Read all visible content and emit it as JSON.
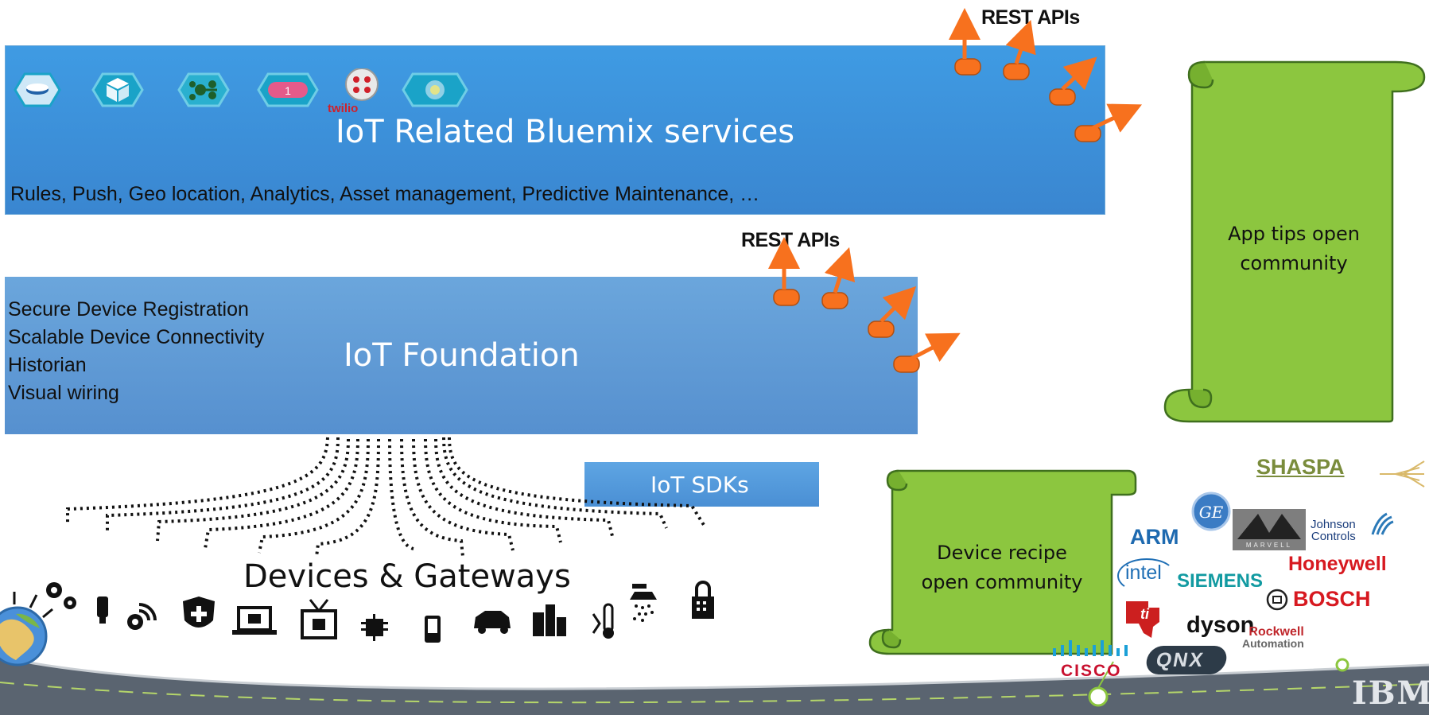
{
  "bluemix": {
    "title": "IoT Related Bluemix services",
    "subtitle": "Rules, Push, Geo location, Analytics, Asset  management, Predictive Maintenance, …",
    "twilio_label": "twilio",
    "service_icons": [
      "database-icon",
      "cube-icon",
      "network-icon",
      "pill-icon",
      "twilio-icon",
      "sensor-icon"
    ]
  },
  "rest_apis": {
    "top_label": "REST APIs",
    "mid_label": "REST APIs"
  },
  "foundation": {
    "title": "IoT Foundation",
    "features": [
      "Secure Device Registration",
      "Scalable Device Connectivity",
      "Historian",
      "Visual wiring"
    ]
  },
  "sdk": {
    "label": "IoT SDKs"
  },
  "devices": {
    "title": "Devices & Gateways",
    "icons": [
      "gear-icon",
      "bulb-icon",
      "wifi-gear-icon",
      "shield-icon",
      "laptop-icon",
      "tv-icon",
      "chip-icon",
      "phone-icon",
      "car-icon",
      "food-icon",
      "thermometer-icon",
      "shower-icon",
      "lock-icon"
    ]
  },
  "app_tips": {
    "line1": "App tips open",
    "line2": "community"
  },
  "device_recipe": {
    "line1": "Device recipe",
    "line2": "open community"
  },
  "partners": {
    "shaspa": "SHASPA",
    "arm": "ARM",
    "ge": "GE",
    "marvell": "MARVELL",
    "johnson_1": "Johnson",
    "johnson_2": "Controls",
    "intel": "intel",
    "siemens": "SIEMENS",
    "honeywell": "Honeywell",
    "bosch": "BOSCH",
    "dyson": "dyson",
    "rockwell_1": "Rockwell",
    "rockwell_2": "Automation",
    "cisco": "CISCO",
    "qnx": "QNX"
  },
  "footer": {
    "ibm": "IBM"
  },
  "colors": {
    "bluemix": "#3f9be3",
    "foundation": "#5e9bd6",
    "scroll_green": "#8cc63f",
    "arrow_orange": "#f7711e"
  }
}
